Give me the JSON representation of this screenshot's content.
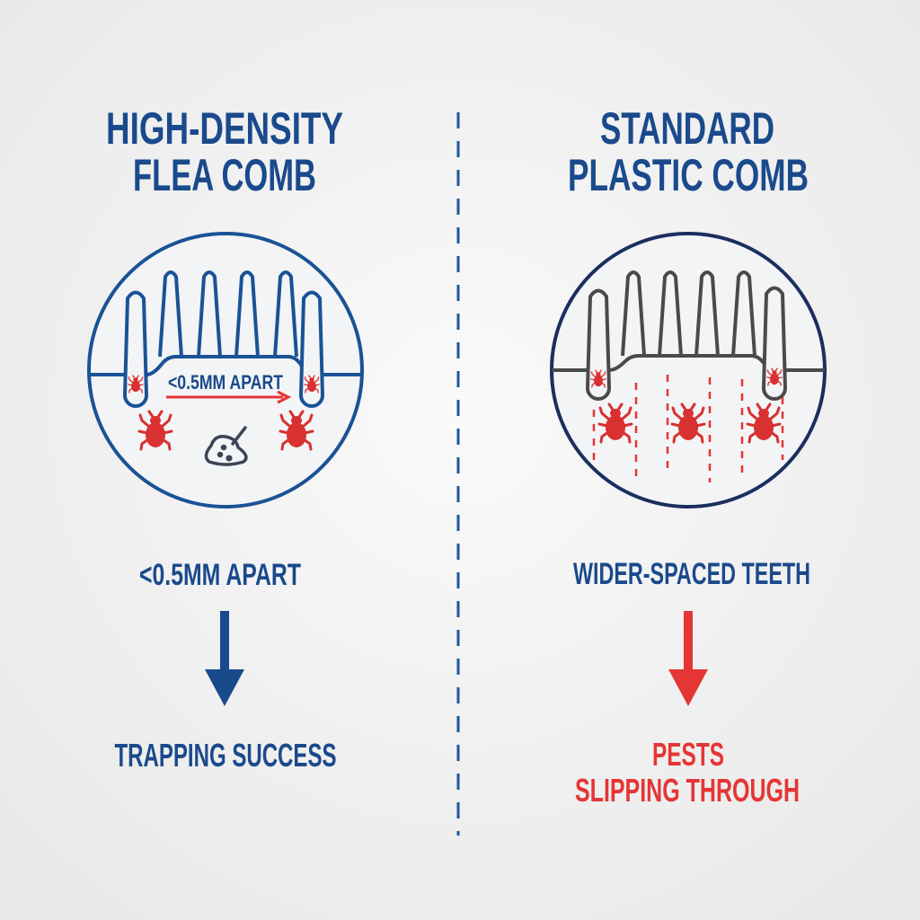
{
  "left": {
    "title_line1": "HIGH-DENSITY",
    "title_line2": "FLEA COMB",
    "inner_label": "<0.5MM APART",
    "spacing_label": "<0.5MM APART",
    "result": "TRAPPING SUCCESS",
    "color": "#1a4a8c"
  },
  "right": {
    "title_line1": "STANDARD",
    "title_line2": "PLASTIC COMB",
    "spacing_label": "WIDER-SPACED TEETH",
    "result_line1": "PESTS",
    "result_line2": "SLIPPING THROUGH",
    "color": "#e53535"
  },
  "colors": {
    "blue": "#1a4a8c",
    "navy": "#1b2f5e",
    "gray": "#4a4a4a",
    "red": "#e53535",
    "pest": "#d93030"
  }
}
